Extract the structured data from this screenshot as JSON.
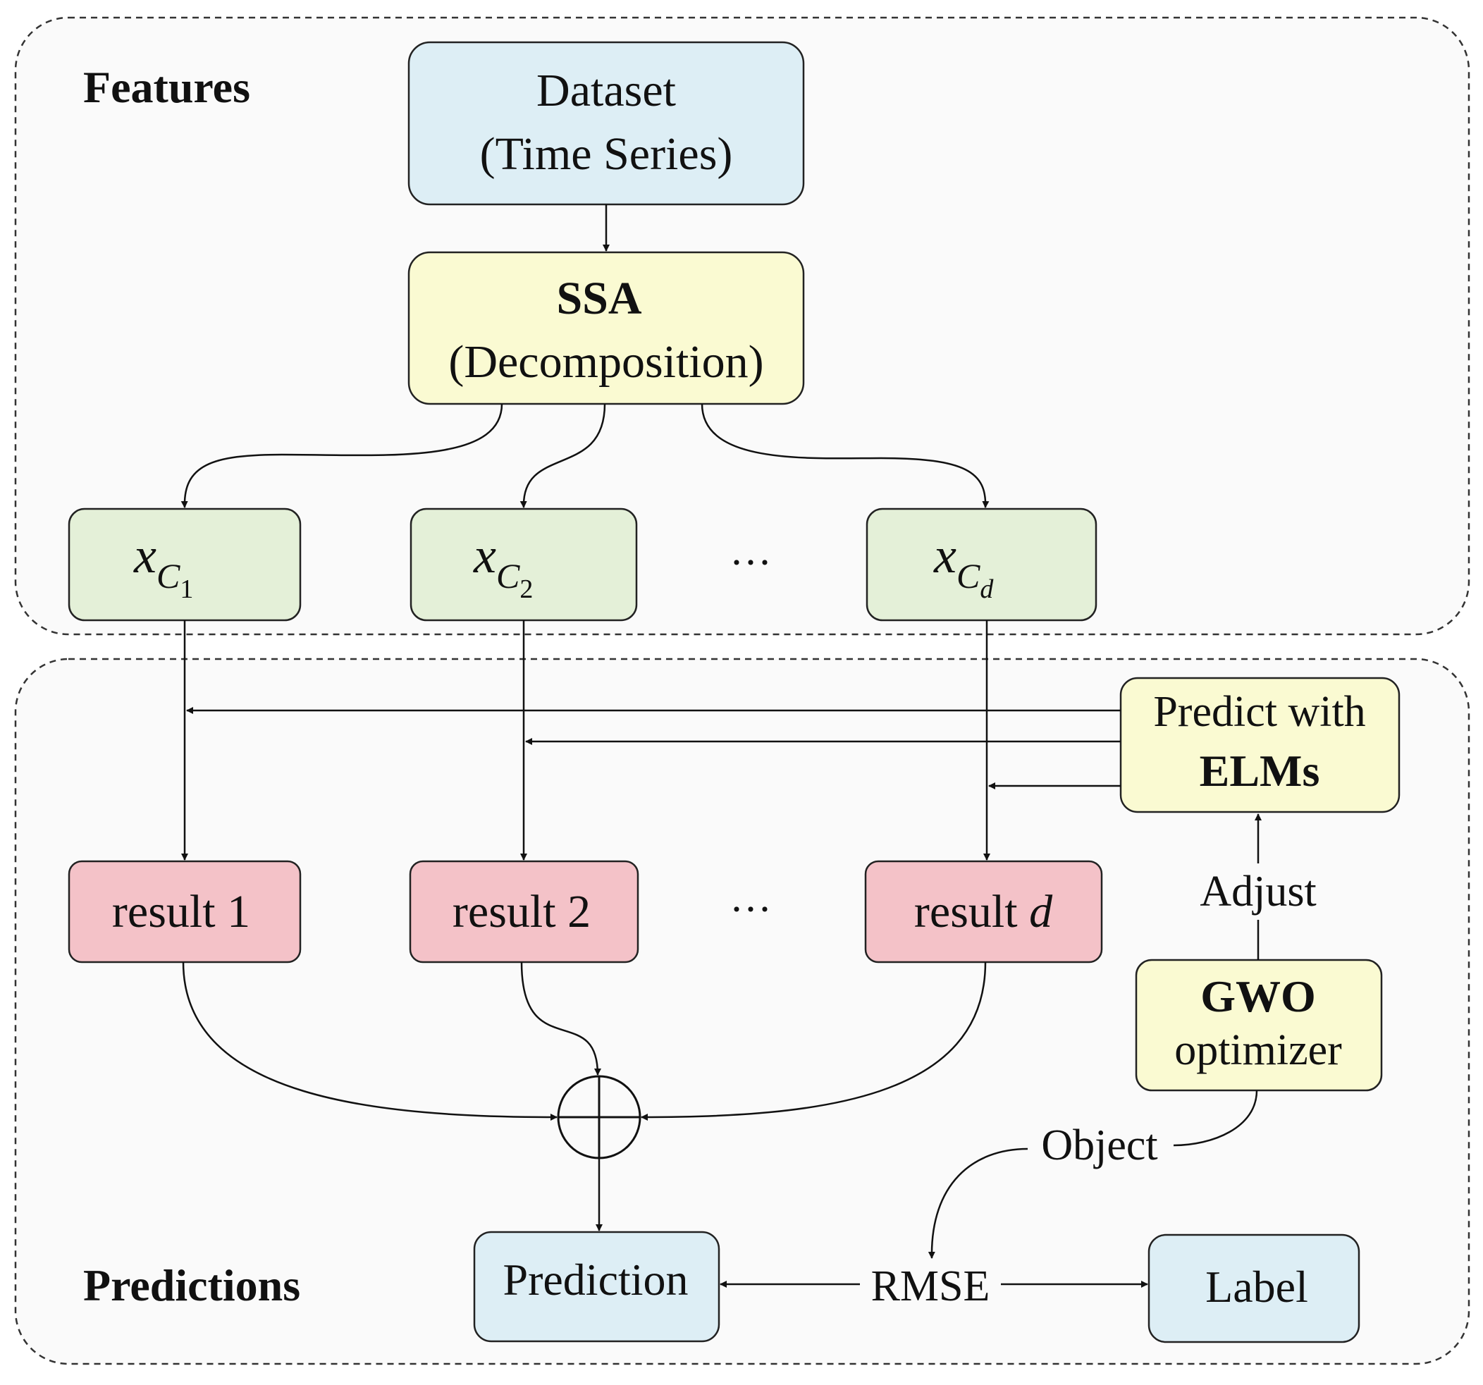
{
  "sections": {
    "features": "Features",
    "predictions": "Predictions"
  },
  "dataset": {
    "line1": "Dataset",
    "line2": "(Time Series)"
  },
  "ssa": {
    "line1": "SSA",
    "line2": "(Decomposition)"
  },
  "components": [
    {
      "var": "x",
      "sub_letter": "C",
      "sub_index": "1"
    },
    {
      "var": "x",
      "sub_letter": "C",
      "sub_index": "2"
    },
    {
      "var": "x",
      "sub_letter": "C",
      "sub_index": "d"
    }
  ],
  "ellipsis": "···",
  "results": [
    {
      "label": "result",
      "index": "1"
    },
    {
      "label": "result",
      "index": "2"
    },
    {
      "label": "result",
      "index": "d"
    }
  ],
  "elm": {
    "line1": "Predict with",
    "line2": "ELMs"
  },
  "gwo": {
    "line1": "GWO",
    "line2": "optimizer"
  },
  "edge_labels": {
    "adjust": "Adjust",
    "object": "Object",
    "rmse": "RMSE"
  },
  "prediction": "Prediction",
  "label": "Label",
  "colors": {
    "blue_box": "#ddeef5",
    "yellow_box": "#fafad2",
    "green_box": "#e4f0d8",
    "red_box": "#f4c2c8",
    "panel_border": "#333333"
  }
}
